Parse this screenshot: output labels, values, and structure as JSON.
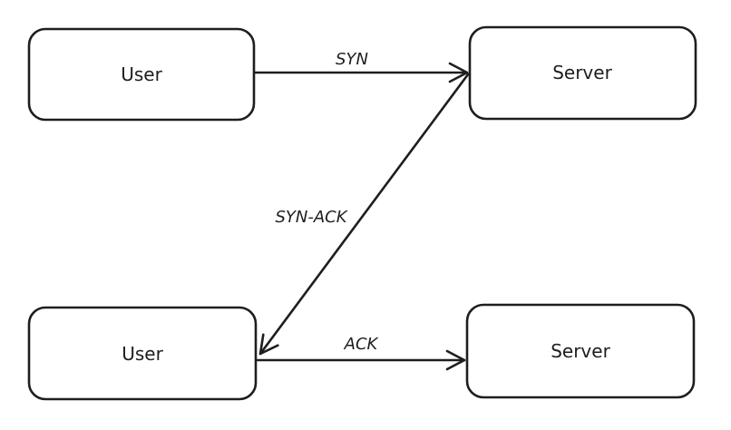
{
  "diagram": {
    "kind": "flow-diagram",
    "nodes": {
      "user_top": {
        "label": "User"
      },
      "server_top": {
        "label": "Server"
      },
      "user_bottom": {
        "label": "User"
      },
      "server_bottom": {
        "label": "Server"
      }
    },
    "edges": {
      "syn": {
        "label": "SYN",
        "from": "User",
        "to": "Server"
      },
      "syn_ack": {
        "label": "SYN-ACK",
        "from": "Server",
        "to": "User"
      },
      "ack": {
        "label": "ACK",
        "from": "User",
        "to": "Server"
      }
    },
    "colors": {
      "stroke": "#1e1e1e",
      "background": "#ffffff"
    }
  }
}
